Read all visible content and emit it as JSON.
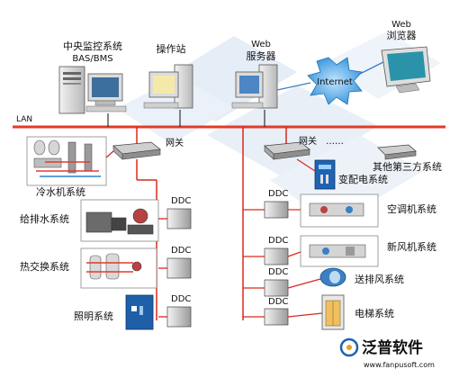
{
  "top": {
    "central_line1": "中央监控系统",
    "central_line2": "BAS/BMS",
    "operator_station": "操作站",
    "web_server_line1": "Web",
    "web_server_line2": "服务器",
    "internet": "Internet",
    "web_browser_line1": "Web",
    "web_browser_line2": "浏览器"
  },
  "network": {
    "lan": "LAN",
    "gateway": "网关",
    "dots": "……"
  },
  "left_systems": {
    "chiller": "冷水机系统",
    "water": "给排水系统",
    "heat_exchange": "热交换系统",
    "lighting": "照明系统",
    "ddc": "DDC"
  },
  "right_systems": {
    "third_party": "其他第三方系统",
    "power": "变配电系统",
    "ac": "空调机系统",
    "fresh_air": "新风机系统",
    "ventilation": "送排风系统",
    "elevator": "电梯系统",
    "ddc": "DDC"
  },
  "logo": {
    "name": "泛普软件",
    "url": "www.fanpusoft.com"
  },
  "colors": {
    "lan_red": "#e23a2a",
    "bus_red": "#d82a1c",
    "cloud_blue": "#3f9bdd",
    "bg_blue": "#dfe9f4",
    "logo_blue": "#1d63b0"
  }
}
